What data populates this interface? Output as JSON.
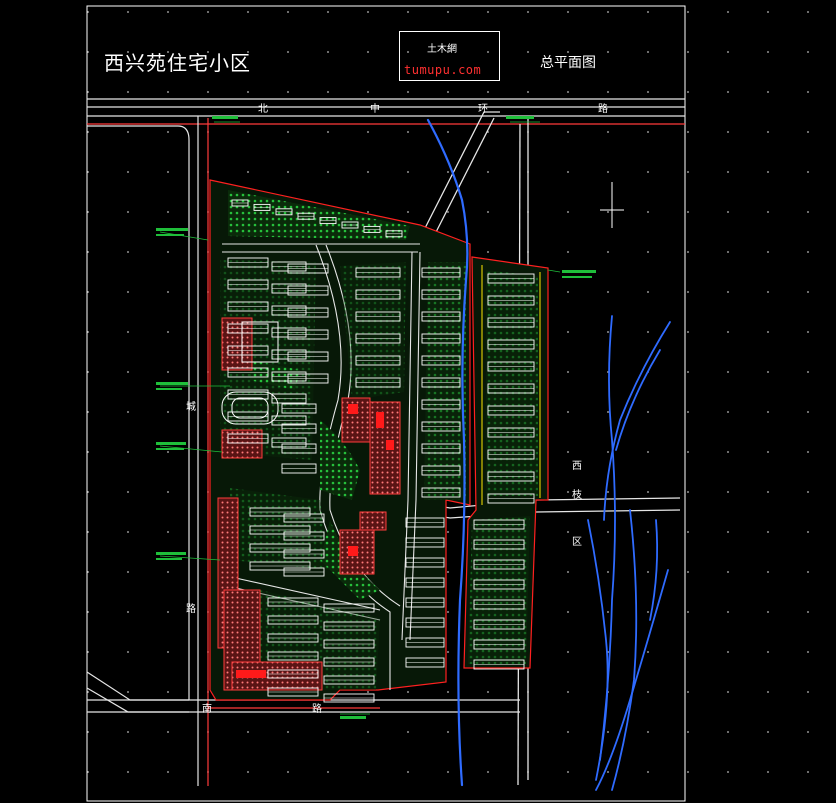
{
  "drawing": {
    "site_title": "西兴苑住宅小区",
    "sheet_title": "总平面图",
    "stamp": {
      "name": "土木網",
      "url": "tumupu.com"
    },
    "road_labels": {
      "north_road": [
        "北",
        "中",
        "环",
        "路"
      ],
      "west_road": [
        "城",
        "路"
      ],
      "east_area": [
        "西",
        "枝",
        "区"
      ],
      "south_road": [
        "南",
        "路"
      ]
    }
  },
  "colors": {
    "background": "#000000",
    "frame": "#ffffff",
    "road": "#e6e6e6",
    "boundary": "#ff2020",
    "green": "#1fbf3a",
    "building": "#ffffff",
    "public": "#ff6a6a",
    "river": "#2f6bff",
    "accent_yellow": "#ffe800"
  }
}
